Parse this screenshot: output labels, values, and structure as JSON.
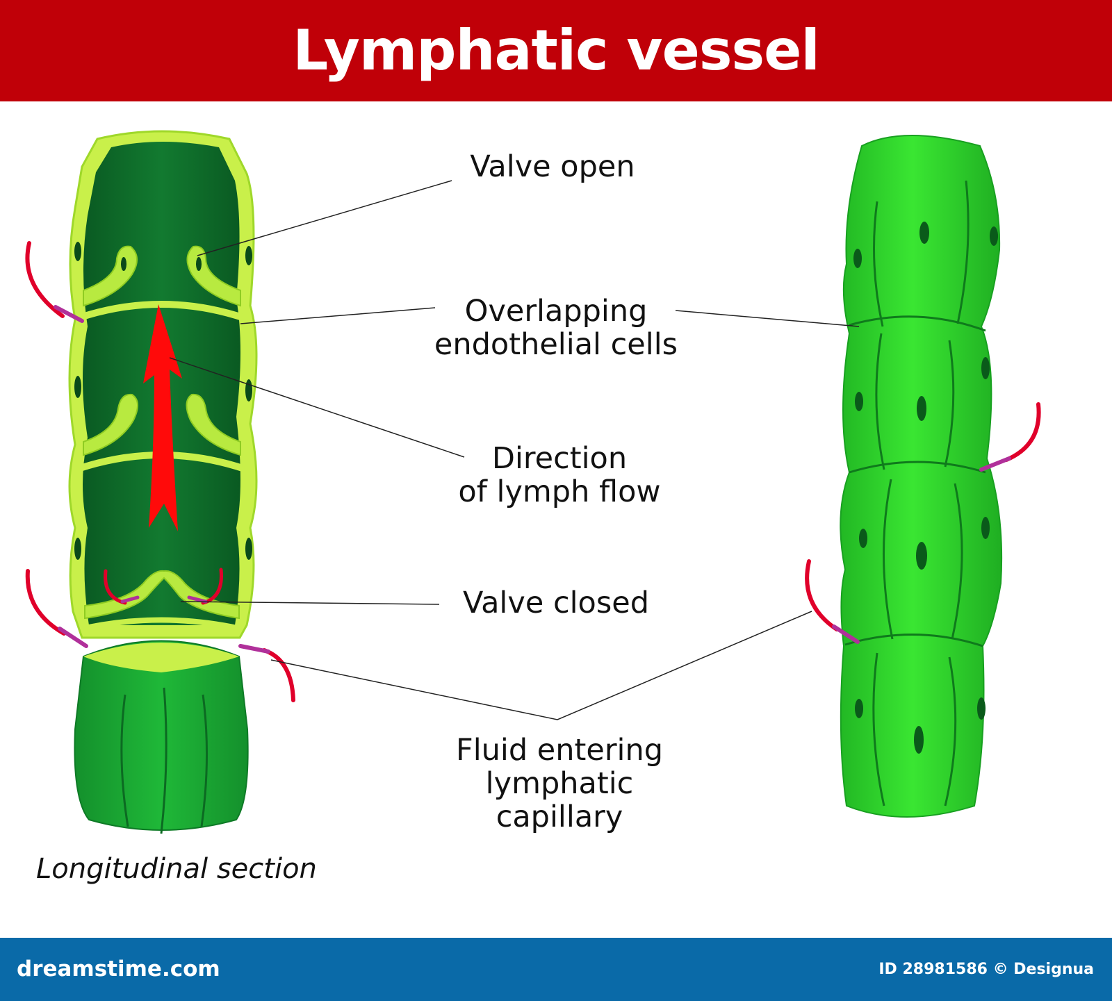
{
  "header": {
    "title": "Lymphatic vessel"
  },
  "labels": {
    "valve_open": "Valve open",
    "overlapping_line1": "Overlapping",
    "overlapping_line2": "endothelial cells",
    "direction_line1": "Direction",
    "direction_line2": "of lymph flow",
    "valve_closed": "Valve closed",
    "fluid_line1": "Fluid entering",
    "fluid_line2": "lymphatic",
    "fluid_line3": "capillary"
  },
  "caption": "Longitudinal section",
  "footer": {
    "site": "dreamstime.com",
    "image_id": "ID 28981586 © Designua"
  },
  "colors": {
    "header_bg": "#c00008",
    "footer_bg": "#0a6aa8",
    "vessel_lumen": "#0e6f2a",
    "vessel_wall": "#c9f04a",
    "capillary_green": "#2fd42a",
    "flow_arrow": "#ff0a0a",
    "fluid_arrow": "#e0002a",
    "fluid_arrow_tip": "#b0309a"
  }
}
